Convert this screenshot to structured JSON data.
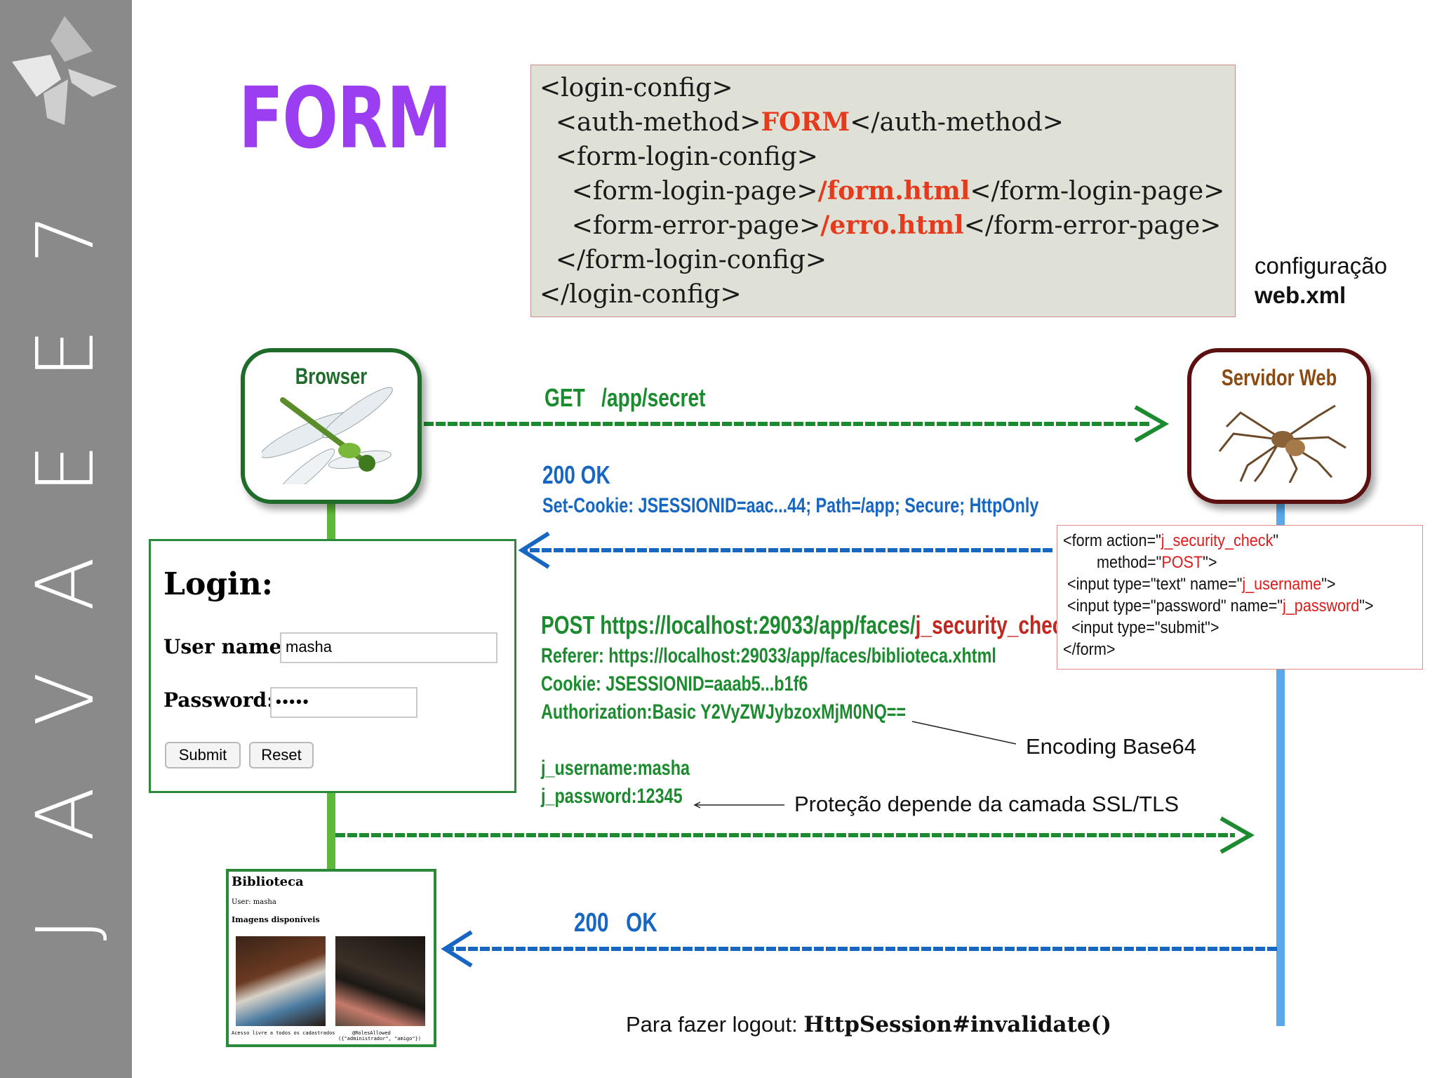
{
  "sidebar": {
    "letters": [
      "J",
      "A",
      "V",
      "A",
      "E",
      "E",
      "7"
    ]
  },
  "title": "FORM",
  "xml_config": {
    "lines": [
      {
        "pre": "<login-config>",
        "hl": "",
        "post": ""
      },
      {
        "pre": "  <auth-method>",
        "hl": "FORM",
        "post": "</auth-method>"
      },
      {
        "pre": "  <form-login-config>",
        "hl": "",
        "post": ""
      },
      {
        "pre": "    <form-login-page>",
        "hl": "/form.html",
        "post": "</form-login-page>"
      },
      {
        "pre": "    <form-error-page>",
        "hl": "/erro.html",
        "post": "</form-error-page>"
      },
      {
        "pre": "  </form-login-config>",
        "hl": "",
        "post": ""
      },
      {
        "pre": "</login-config>",
        "hl": "",
        "post": ""
      }
    ],
    "caption_line1": "configuração",
    "caption_line2": "web.xml"
  },
  "nodes": {
    "browser_label": "Browser",
    "browser_icon": "dragonfly-icon",
    "server_label": "Servidor Web",
    "server_icon": "spider-icon"
  },
  "messages": {
    "get_method": "GET",
    "get_path": "/app/secret",
    "resp1_status": "200 OK",
    "resp1_header": "Set-Cookie: JSESSIONID=aac...44; Path=/app; Secure; HttpOnly",
    "post_prefix": "POST https://localhost:29033/app/faces/",
    "post_target": "j_security_check",
    "post_referer": "Referer: https://localhost:29033/app/faces/biblioteca.xhtml",
    "post_cookie": "Cookie: JSESSIONID=aaab5...b1f6",
    "post_auth": "Authorization:Basic Y2VyZWJybzoxMjM0NQ==",
    "post_user": "j_username:masha",
    "post_pass": "j_password:12345",
    "resp2_status": "200   OK"
  },
  "form_code": {
    "l1_a": "<form action=\"",
    "l1_b": "j_security_check",
    "l1_c": "\"",
    "l2_a": "        method=\"",
    "l2_b": "POST",
    "l2_c": "\">",
    "l3_a": " <input type=\"text\" name=\"",
    "l3_b": "j_username",
    "l3_c": "\">",
    "l4_a": " <input type=\"password\" name=\"",
    "l4_b": "j_password",
    "l4_c": "\">",
    "l5": "  <input type=\"submit\">",
    "l6": "</form>"
  },
  "login_form": {
    "heading": "Login:",
    "user_label": "User name:",
    "user_value": "masha",
    "pass_label": "Password:",
    "pass_value": "•••••",
    "submit": "Submit",
    "reset": "Reset"
  },
  "biblioteca": {
    "title": "Biblioteca",
    "user": "User: masha",
    "subtitle": "Imagens disponíveis",
    "caption_left": "Acesso livre a todos os cadastrados",
    "caption_right_1": "@RolesAllowed",
    "caption_right_2": "({\"administrador\", \"amigo\"})"
  },
  "notes": {
    "encoding": "Encoding Base64",
    "protection": "Proteção depende da camada SSL/TLS",
    "logout_prefix": "Para fazer logout: ",
    "logout_code": "HttpSession#invalidate()"
  },
  "colors": {
    "title": "#9b3df0",
    "green_arrow": "#1c8a2e",
    "blue_arrow": "#1766c2",
    "browser_border": "#1f6b2a",
    "server_border": "#5c1010",
    "highlight_red": "#e53b1c"
  }
}
